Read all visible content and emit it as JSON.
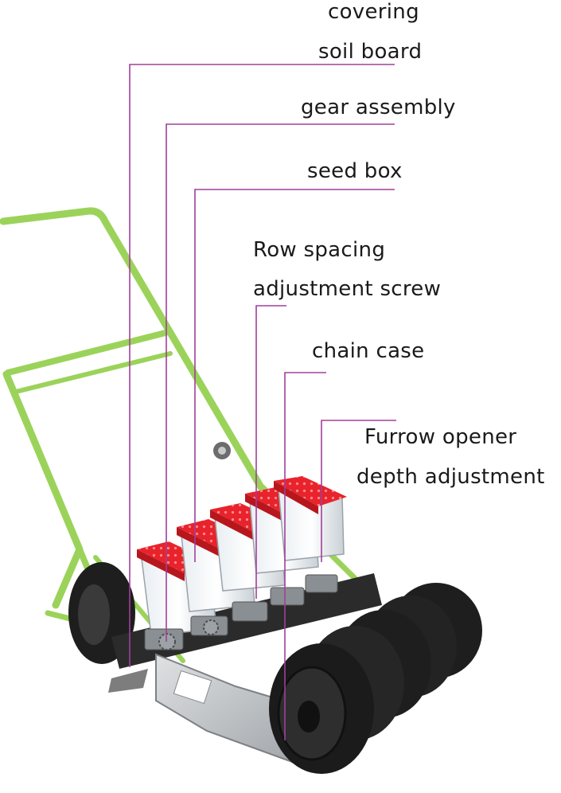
{
  "labels": {
    "covering_soil_board": [
      "covering",
      "soil board"
    ],
    "gear_assembly": "gear assembly",
    "seed_box": "seed box",
    "row_spacing_screw": [
      "Row spacing",
      "adjustment screw"
    ],
    "chain_case": "chain case",
    "furrow_opener": [
      "Furrow opener",
      "depth adjustment"
    ]
  },
  "colors": {
    "leader_line": "#a0409a",
    "frame_green": "#9bd35a",
    "hopper_lid_red": "#e8232b",
    "wheel_black": "#1e1e1e",
    "plate_silver": "#b9bcbf"
  }
}
